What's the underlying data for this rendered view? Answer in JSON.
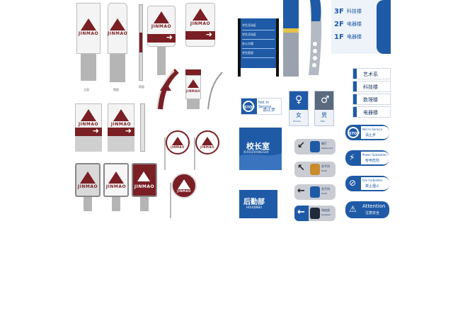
{
  "brand": {
    "logo_text": "JINMAO",
    "accent_red": "#7a1f24",
    "accent_blue": "#1f5aa6"
  },
  "left_sheet": {
    "captions": [
      "立面",
      "侧面",
      "侧面"
    ]
  },
  "directory_board": {
    "rows": [
      "学生活动区",
      "学生活动区",
      "办公大楼",
      "学生宿舍"
    ]
  },
  "floor_directory": {
    "rows": [
      {
        "floor": "3F",
        "name": "科技楼"
      },
      {
        "floor": "2F",
        "name": "电器楼"
      },
      {
        "floor": "1F",
        "name": "电器楼"
      }
    ]
  },
  "building_labels": {
    "rows": [
      "艺术系",
      "科技楼",
      "数理楼",
      "电器楼"
    ]
  },
  "stop_sign": {
    "circle": "STOP",
    "en": "Not In Service",
    "cn": "请止步"
  },
  "toilet_signs": {
    "female": {
      "cn": "女",
      "en": "Women"
    },
    "male": {
      "cn": "男",
      "en": "Men"
    }
  },
  "office_sign_1": {
    "cn": "校长室",
    "en": "XIAOZHANGSHI"
  },
  "office_sign_2": {
    "cn": "后勤部",
    "en": "HOUQINBU"
  },
  "direction_pills": [
    {
      "arrow": "↙",
      "cn": "餐厅",
      "en": "Restaurant"
    },
    {
      "arrow": "↖",
      "cn": "洗手间",
      "en": "Toilet"
    },
    {
      "arrow": "←",
      "cn": "洗手间",
      "en": "Toilet"
    },
    {
      "arrow": "←",
      "cn": "残疾部",
      "en": "Disabled"
    }
  ],
  "warning_pills": [
    {
      "icon": "STOP",
      "en": "Not In Service",
      "cn": "请止步"
    },
    {
      "icon": "⚡",
      "en": "Power Substation",
      "cn": "有电危险"
    },
    {
      "icon": "⊘",
      "en": "Fire Forbidden",
      "cn": "禁止烟火"
    },
    {
      "icon": "⚠",
      "en": "Attention",
      "cn": "注意安全"
    }
  ]
}
